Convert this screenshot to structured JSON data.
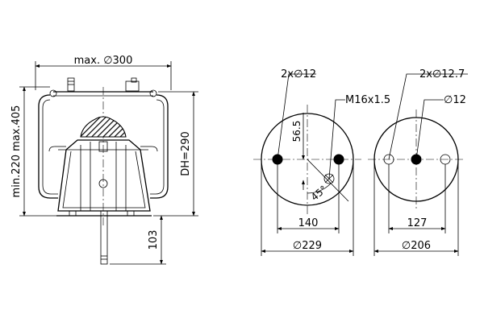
{
  "colors": {
    "ink": "#000000",
    "background": "#ffffff",
    "hole_fill": "#000000"
  },
  "side_view": {
    "width_label": "max. ∅300",
    "height_range_label": "min.220 max.405",
    "dh_label": "DH=290",
    "stem_label": "103"
  },
  "top_plate": {
    "bolt_label": "2x∅12",
    "thread_label": "M16x1.5",
    "offset_label": "56.5",
    "angle_label": "45°",
    "spacing_label": "140",
    "diameter_label": "∅229"
  },
  "bottom_plate": {
    "bolt_label": "2x∅12.7",
    "hole_label": "∅12",
    "spacing_label": "127",
    "diameter_label": "∅206"
  }
}
